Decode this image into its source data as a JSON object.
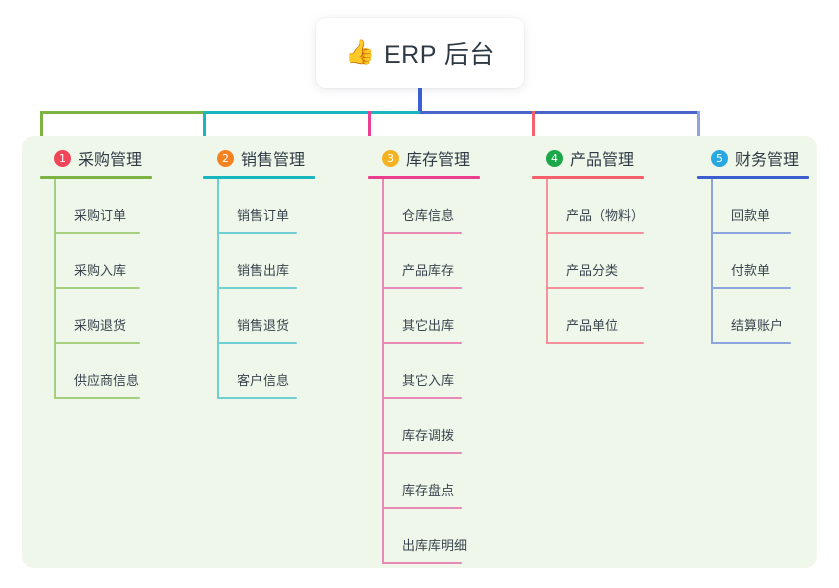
{
  "root": {
    "emoji": "👍",
    "icon_name": "thumbs-up-icon",
    "title": "ERP 后台"
  },
  "theme": {
    "panel_bg": "#eef7e9",
    "page_bg": "#ffffff",
    "text": "#2f3a45"
  },
  "bus": {
    "segments": [
      {
        "name": "bus-green",
        "color": "#7cb342"
      },
      {
        "name": "bus-teal",
        "color": "#17b7bd"
      },
      {
        "name": "bus-blue",
        "color": "#4a63c8"
      }
    ]
  },
  "columns": [
    {
      "index": "1",
      "title": "采购管理",
      "badge_color": "#f1465a",
      "rule_color": "#7cb342",
      "line_color": "#a5cf7e",
      "drop_color": "#7cb342",
      "head_rule_width": 112,
      "leaf_rule_width": 86,
      "items": [
        "采购订单",
        "采购入库",
        "采购退货",
        "供应商信息"
      ]
    },
    {
      "index": "2",
      "title": "销售管理",
      "badge_color": "#f58220",
      "rule_color": "#17b7bd",
      "line_color": "#6fcfd2",
      "drop_color": "#17b7bd",
      "head_rule_width": 112,
      "leaf_rule_width": 80,
      "items": [
        "销售订单",
        "销售出库",
        "销售退货",
        "客户信息"
      ]
    },
    {
      "index": "3",
      "title": "库存管理",
      "badge_color": "#f5b324",
      "rule_color": "#ea3f8e",
      "line_color": "#e888b4",
      "drop_color": "#ea3f8e",
      "head_rule_width": 112,
      "leaf_rule_width": 80,
      "items": [
        "仓库信息",
        "产品库存",
        "其它出库",
        "其它入库",
        "库存调拨",
        "库存盘点",
        "出库库明细"
      ]
    },
    {
      "index": "4",
      "title": "产品管理",
      "badge_color": "#1aa84a",
      "rule_color": "#f4616c",
      "line_color": "#f4919a",
      "drop_color": "#f4616c",
      "head_rule_width": 112,
      "leaf_rule_width": 98,
      "items": [
        "产品（物料）",
        "产品分类",
        "产品单位"
      ]
    },
    {
      "index": "5",
      "title": "财务管理",
      "badge_color": "#29a7e1",
      "rule_color": "#3b5fd0",
      "line_color": "#8ca6dd",
      "drop_color": "#8ca6dd",
      "head_rule_width": 112,
      "leaf_rule_width": 80,
      "items": [
        "回款单",
        "付款单",
        "结算账户"
      ]
    }
  ]
}
